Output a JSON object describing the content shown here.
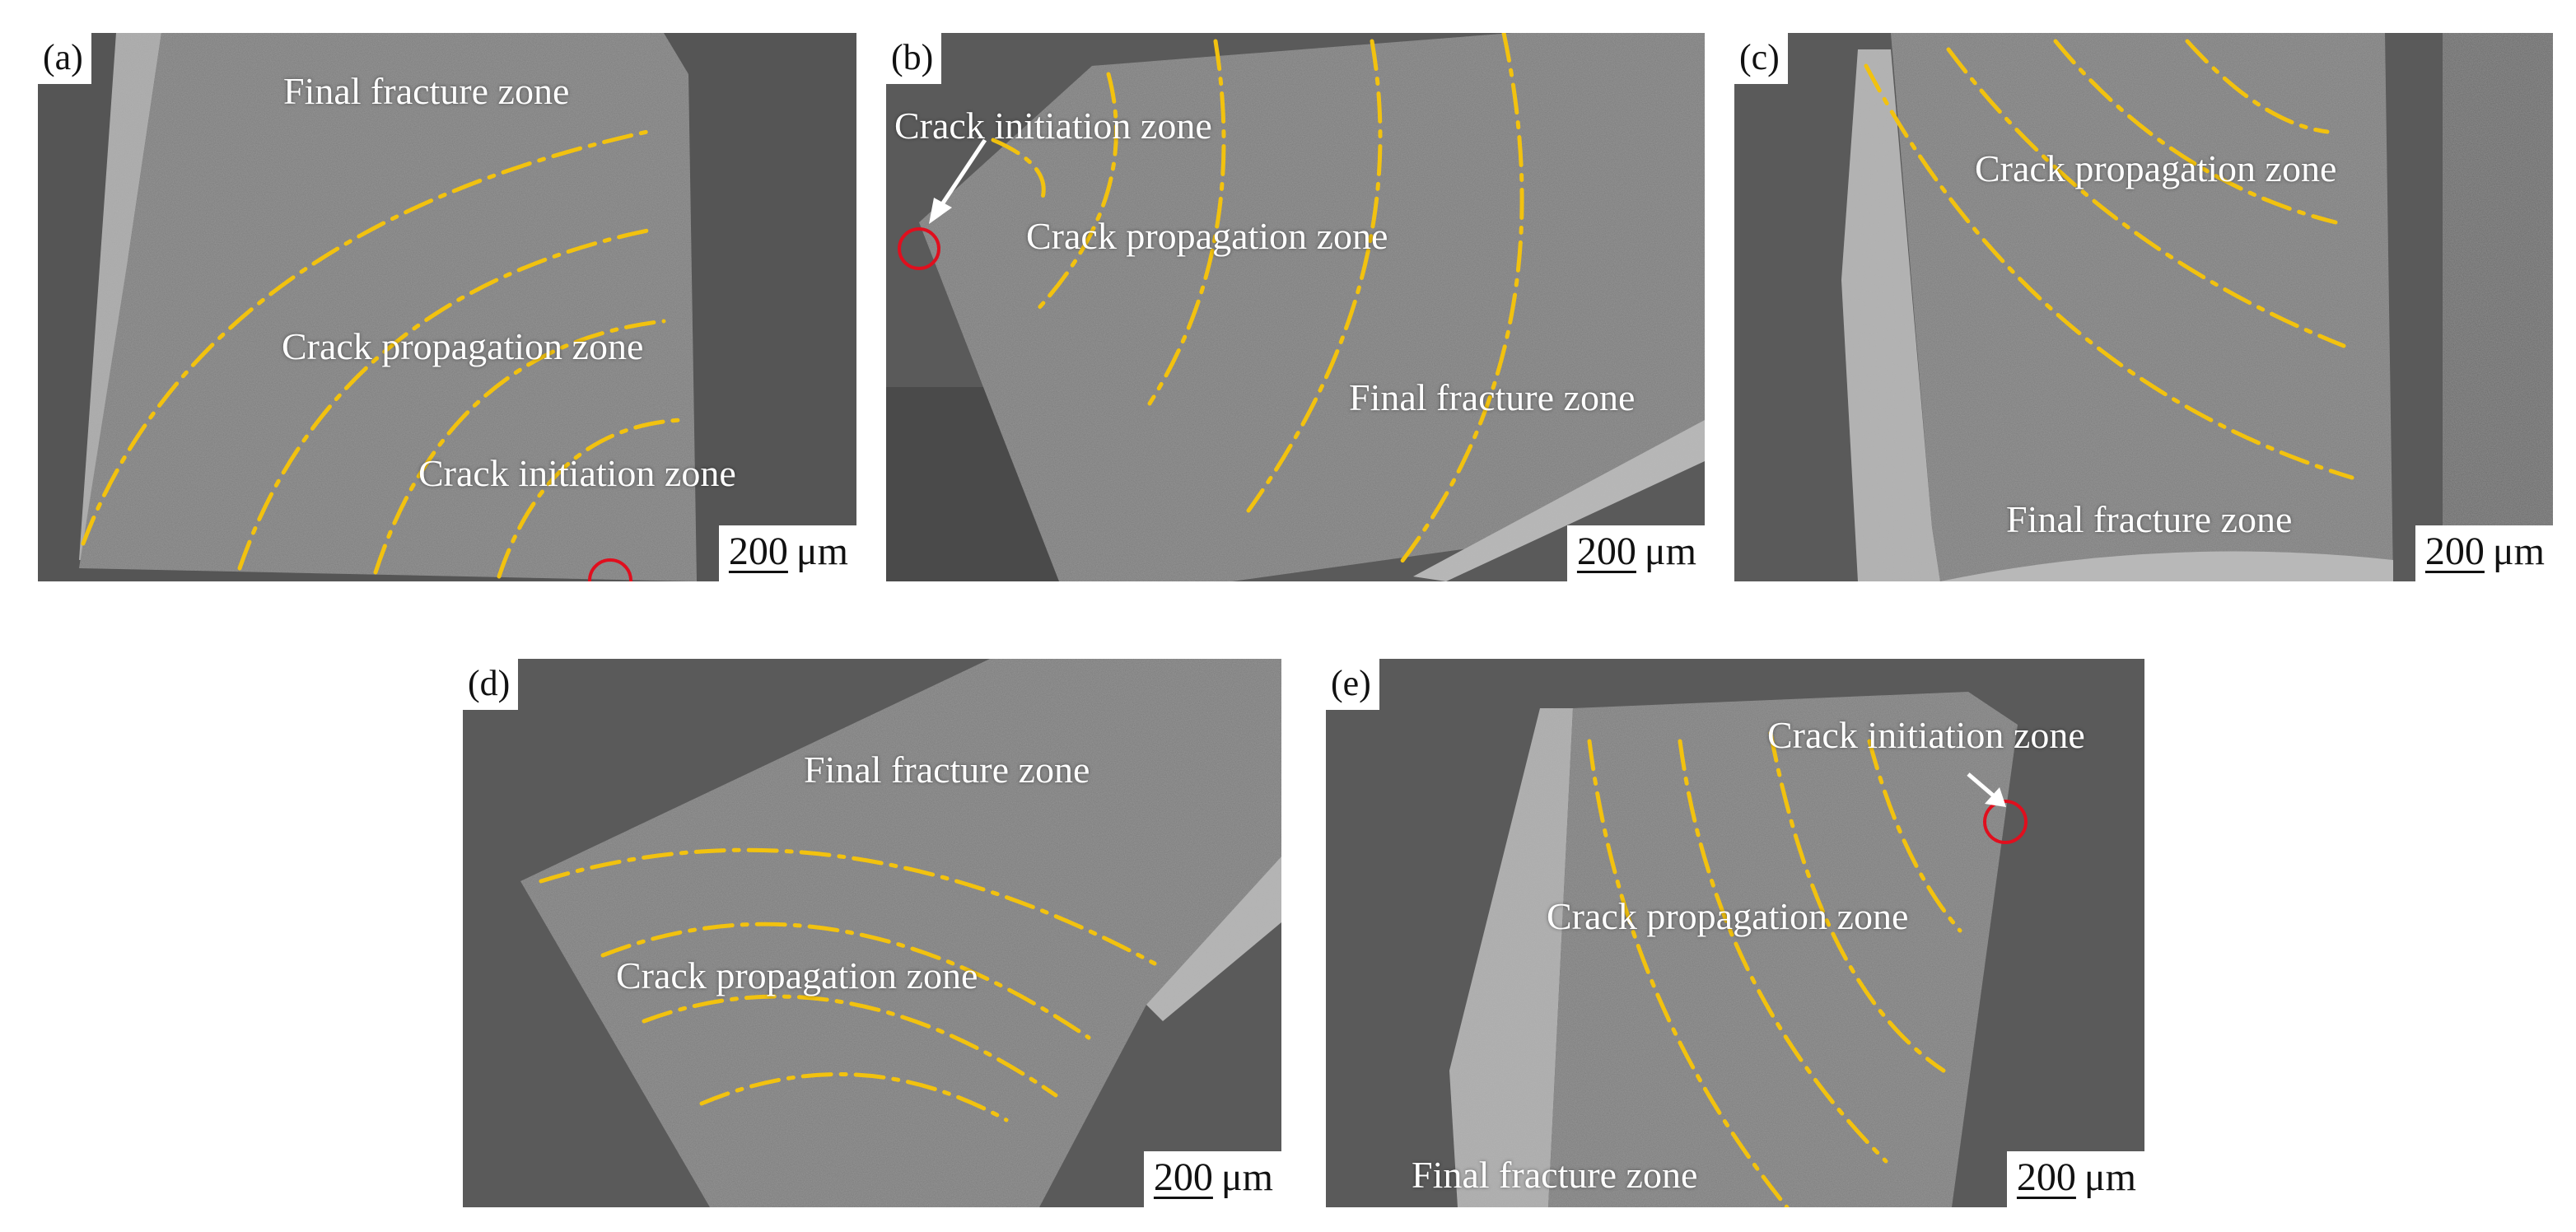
{
  "colors": {
    "boundary_line": "#f2c20f",
    "initiation_marker": "#e00f1e",
    "specimen_surface": "#7c7c7c",
    "background": "#5b5b5b"
  },
  "scale_bar": {
    "value": "200",
    "unit": "μm"
  },
  "panels": {
    "a": {
      "tag": "(a)",
      "final_fracture": "Final fracture zone",
      "propagation": "Crack propagation zone",
      "initiation": "Crack initiation zone"
    },
    "b": {
      "tag": "(b)",
      "initiation": "Crack initiation zone",
      "propagation": "Crack propagation zone",
      "final_fracture": "Final fracture zone"
    },
    "c": {
      "tag": "(c)",
      "propagation": "Crack propagation zone",
      "final_fracture": "Final fracture zone"
    },
    "d": {
      "tag": "(d)",
      "final_fracture": "Final fracture zone",
      "propagation": "Crack propagation zone"
    },
    "e": {
      "tag": "(e)",
      "initiation": "Crack initiation zone",
      "propagation": "Crack propagation zone",
      "final_fracture": "Final fracture zone"
    }
  }
}
